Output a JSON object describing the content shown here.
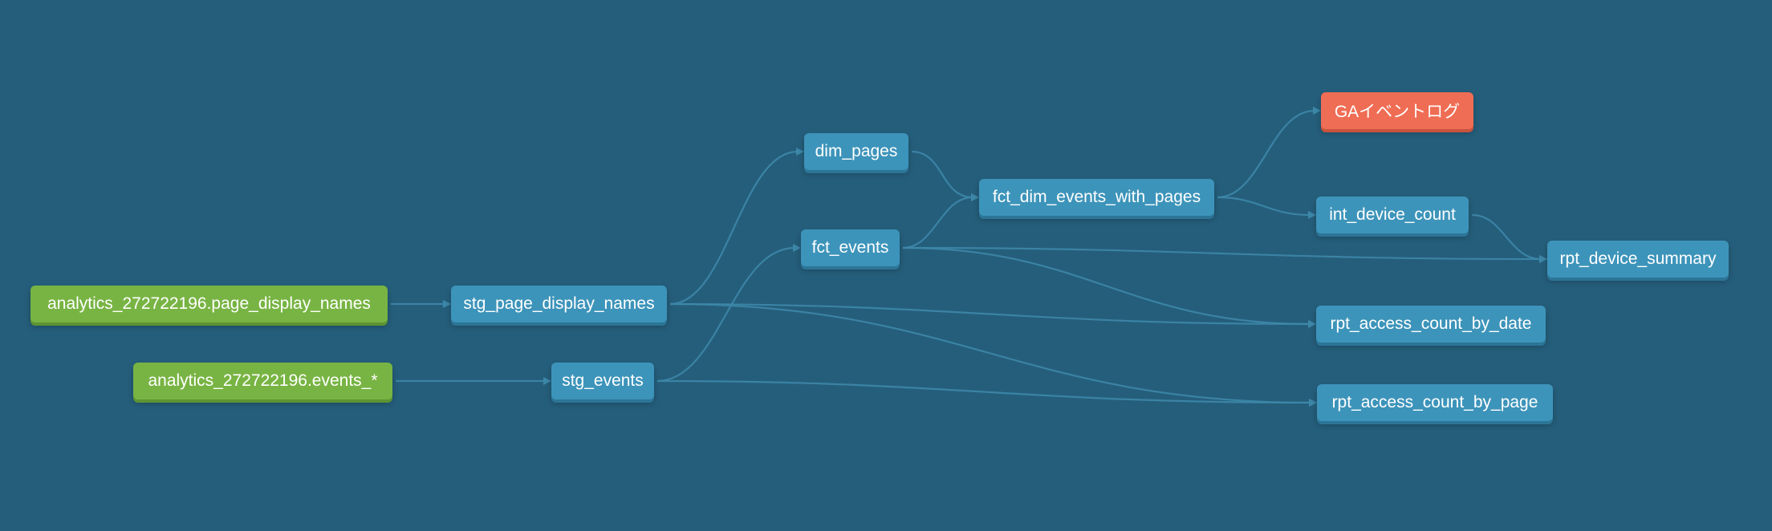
{
  "nodes": [
    {
      "id": "src_pages",
      "label": "analytics_272722196.page_display_names",
      "kind": "source"
    },
    {
      "id": "src_events",
      "label": "analytics_272722196.events_*",
      "kind": "source"
    },
    {
      "id": "stg_pages",
      "label": "stg_page_display_names",
      "kind": "model"
    },
    {
      "id": "stg_events",
      "label": "stg_events",
      "kind": "model"
    },
    {
      "id": "dim_pages",
      "label": "dim_pages",
      "kind": "model"
    },
    {
      "id": "fct_events",
      "label": "fct_events",
      "kind": "model"
    },
    {
      "id": "fct_dim",
      "label": "fct_dim_events_with_pages",
      "kind": "model"
    },
    {
      "id": "ga_log",
      "label": "GAイベントログ",
      "kind": "exposure"
    },
    {
      "id": "int_device",
      "label": "int_device_count",
      "kind": "model"
    },
    {
      "id": "rpt_device",
      "label": "rpt_device_summary",
      "kind": "model"
    },
    {
      "id": "rpt_date",
      "label": "rpt_access_count_by_date",
      "kind": "model"
    },
    {
      "id": "rpt_page",
      "label": "rpt_access_count_by_page",
      "kind": "model"
    }
  ],
  "edges": [
    [
      "src_pages",
      "stg_pages"
    ],
    [
      "src_events",
      "stg_events"
    ],
    [
      "stg_pages",
      "dim_pages"
    ],
    [
      "stg_pages",
      "rpt_date"
    ],
    [
      "stg_pages",
      "rpt_page"
    ],
    [
      "stg_events",
      "fct_events"
    ],
    [
      "stg_events",
      "rpt_page"
    ],
    [
      "dim_pages",
      "fct_dim"
    ],
    [
      "fct_events",
      "fct_dim"
    ],
    [
      "fct_events",
      "rpt_device"
    ],
    [
      "fct_events",
      "rpt_date"
    ],
    [
      "fct_dim",
      "ga_log"
    ],
    [
      "fct_dim",
      "int_device"
    ],
    [
      "int_device",
      "rpt_device"
    ]
  ],
  "colors": {
    "background": "#255e7b",
    "model": "#3d94ba",
    "source": "#78b443",
    "exposure": "#ef6d54",
    "edge": "#3d87a8"
  }
}
